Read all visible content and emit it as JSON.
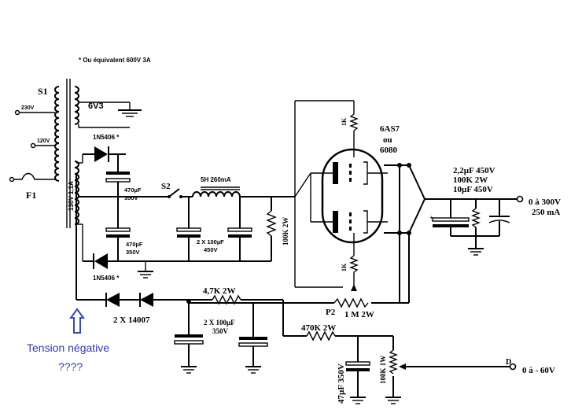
{
  "note": "* Ou équivalent 600V 3A",
  "transformer": {
    "name": "S1",
    "tap_230": "230V",
    "tap_120": "120V",
    "heater": "6V3",
    "secondary": "130V 1,1A"
  },
  "fuse": "F1",
  "switch": "S2",
  "diode_top": "1N5406 *",
  "diode_bottom": "1N5406 *",
  "cap_top": [
    "470µF",
    "350V"
  ],
  "cap_bottom": [
    "470µF",
    "350V"
  ],
  "choke": "5H 260mA",
  "filter_caps": [
    "2 X 100µF",
    "450V"
  ],
  "bleeder": "100K 2W",
  "tube": [
    "6AS7",
    "ou",
    "6080"
  ],
  "grid_res_top": "1K",
  "grid_res_bottom": "1K",
  "output_parts": [
    "2,2µF 450V",
    "100K 2W",
    "10µF 450V"
  ],
  "output_label": [
    "0 à 300V",
    "250 mA"
  ],
  "neg_diodes": "2 X 14007",
  "neg_res": "4,7K 2W",
  "neg_caps": [
    "2 X 100µF",
    "350V"
  ],
  "pot": [
    "P2",
    "1 M 2W"
  ],
  "res_470k": "470K 2W",
  "cap_47": "47µF 350V",
  "pot_100k": "100K 1W",
  "d_label": "D",
  "neg_output": "0 à - 60V",
  "annotation": [
    "Tension négative",
    "????"
  ]
}
